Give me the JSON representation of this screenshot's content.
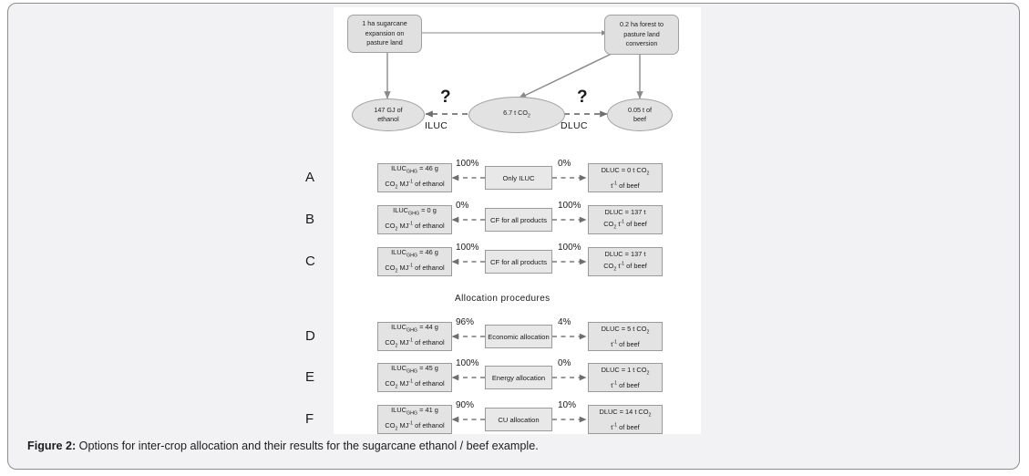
{
  "figure": {
    "caption_label": "Figure 2:",
    "caption_text": " Options for inter-crop allocation and their results for the sugarcane ethanol / beef example.",
    "allocation_section_title": "Allocation procedures"
  },
  "flow_top": {
    "source_box": "1 ha sugarcane expansion on pasture land",
    "source_line1": "1 ha sugarcane",
    "source_line2": "expansion on",
    "source_line3": "pasture land",
    "target_box": "0.2 ha forest to pasture land conversion",
    "target_line1": "0.2 ha forest to",
    "target_line2": "pasture land",
    "target_line3": "conversion",
    "ethanol_line1": "147 GJ of",
    "ethanol_line2": "ethanol",
    "co2_value": "6.7 t CO",
    "co2_sub": "2",
    "beef_line1": "0.05 t of",
    "beef_line2": "beef",
    "iluc_label": "ILUC",
    "dluc_label": "DLUC",
    "question_left": "?",
    "question_right": "?"
  },
  "rows": [
    {
      "letter": "A",
      "left_label": "ILUC",
      "left_sub": "GHG",
      "left_value": " = 46 g",
      "left_line2_a": "CO",
      "left_line2_sub": "2",
      "left_line2_b": " MJ",
      "left_line2_sup": "-1",
      "left_line2_c": " of ethanol",
      "left_pct": "100%",
      "middle": "Only ILUC",
      "right_pct": "0%",
      "right_line1_a": "DLUC = 0 t CO",
      "right_line1_sub": "2",
      "right_line2_a": "t",
      "right_line2_sup": "-1",
      "right_line2_b": " of beef"
    },
    {
      "letter": "B",
      "left_label": "ILUC",
      "left_sub": "GHG",
      "left_value": " = 0 g",
      "left_line2_a": "CO",
      "left_line2_sub": "2",
      "left_line2_b": " MJ",
      "left_line2_sup": "-1",
      "left_line2_c": " of ethanol",
      "left_pct": "0%",
      "middle": "CF for all products",
      "right_pct": "100%",
      "right_line1_a": "DLUC = 137 t",
      "right_line1_sub": "",
      "right_line2_a": "CO",
      "right_line2_sub2": "2",
      "right_line2_b": " t",
      "right_line2_sup": "-1",
      "right_line2_c": " of beef"
    },
    {
      "letter": "C",
      "left_label": "ILUC",
      "left_sub": "GHG",
      "left_value": " = 46 g",
      "left_line2_a": "CO",
      "left_line2_sub": "2",
      "left_line2_b": " MJ",
      "left_line2_sup": "-1",
      "left_line2_c": " of ethanol",
      "left_pct": "100%",
      "middle": "CF for all products",
      "right_pct": "100%",
      "right_line1_a": "DLUC = 137 t",
      "right_line1_sub": "",
      "right_line2_a": "CO",
      "right_line2_sub2": "2",
      "right_line2_b": " t",
      "right_line2_sup": "-1",
      "right_line2_c": " of beef"
    },
    {
      "letter": "D",
      "left_label": "ILUC",
      "left_sub": "GHG",
      "left_value": " = 44 g",
      "left_line2_a": "CO",
      "left_line2_sub": "2",
      "left_line2_b": " MJ",
      "left_line2_sup": "-1",
      "left_line2_c": " of ethanol",
      "left_pct": "96%",
      "middle": "Economic allocation",
      "right_pct": "4%",
      "right_line1_a": "DLUC = 5 t CO",
      "right_line1_sub": "2",
      "right_line2_a": "t",
      "right_line2_sup": "-1",
      "right_line2_b": " of beef"
    },
    {
      "letter": "E",
      "left_label": "ILUC",
      "left_sub": "GHG",
      "left_value": " = 45 g",
      "left_line2_a": "CO",
      "left_line2_sub": "2",
      "left_line2_b": " MJ",
      "left_line2_sup": "-1",
      "left_line2_c": " of ethanol",
      "left_pct": "100%",
      "middle": "Energy allocation",
      "right_pct": "0%",
      "right_line1_a": "DLUC = 1 t CO",
      "right_line1_sub": "2",
      "right_line2_a": "t",
      "right_line2_sup": "-1",
      "right_line2_b": " of beef"
    },
    {
      "letter": "F",
      "left_label": "ILUC",
      "left_sub": "GHG",
      "left_value": " = 41 g",
      "left_line2_a": "CO",
      "left_line2_sub": "2",
      "left_line2_b": " MJ",
      "left_line2_sup": "-1",
      "left_line2_c": " of ethanol",
      "left_pct": "90%",
      "middle": "CU allocation",
      "right_pct": "10%",
      "right_line1_a": "DLUC = 14 t CO",
      "right_line1_sub": "2",
      "right_line2_a": "t",
      "right_line2_sup": "-1",
      "right_line2_b": " of beef"
    }
  ],
  "colors": {
    "card_bg": "#f2f2f4",
    "card_border": "#8c8c90",
    "panel_bg": "#ffffff",
    "node_fill": "#e0e0e0",
    "node_stroke": "#a0a0a0",
    "arrow": "#8a8a8a",
    "text": "#1a1a1a"
  }
}
